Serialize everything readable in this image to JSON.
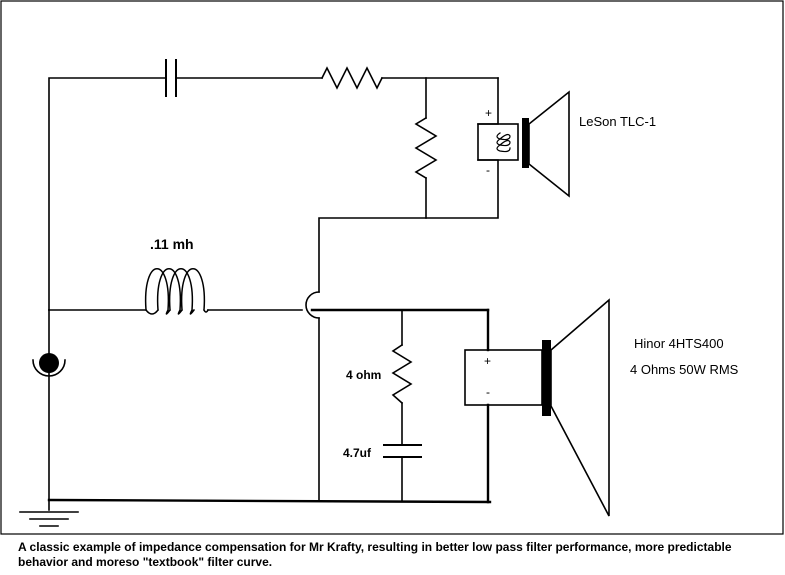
{
  "labels": {
    "tweeter_name": "LeSon TLC-1",
    "woofer_name": "Hinor 4HTS400",
    "woofer_spec": "4 Ohms 50W RMS",
    "inductor": ".11 mh",
    "resistor": "4 ohm",
    "capacitor": "4.7uf",
    "plus": "+",
    "minus": "-"
  },
  "caption": "A classic example of impedance compensation for Mr Krafty, resulting in better low pass filter performance, more predictable behavior and moreso \"textbook\" filter curve."
}
